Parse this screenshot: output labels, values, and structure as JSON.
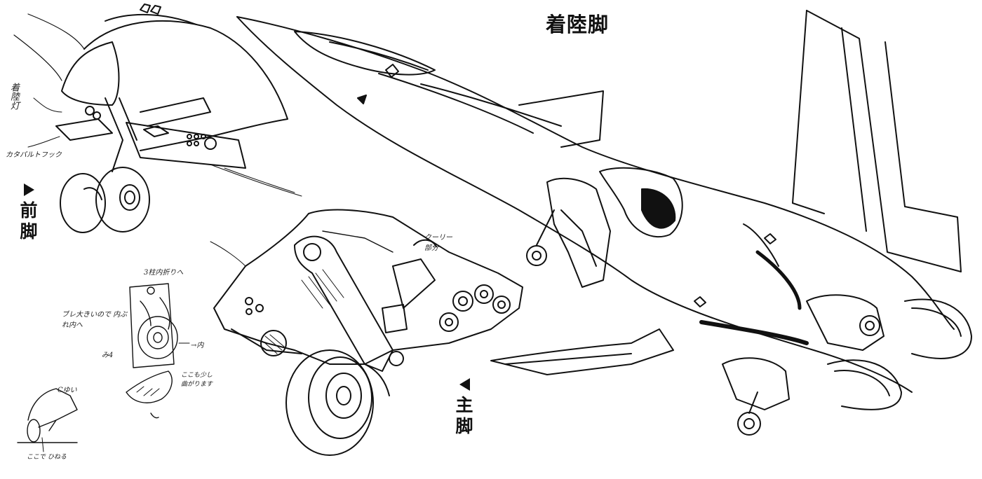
{
  "title": "着陸脚",
  "labels": {
    "front_gear": [
      "前",
      "脚"
    ],
    "main_gear": [
      "主",
      "脚"
    ]
  },
  "annotations": {
    "landing_light": "着陸灯",
    "catapult_hook": "カタパルトフック",
    "cooler": "クーリー部分",
    "note_top": "3柱内折りへ",
    "note_left": "ブレ大きいので 内ぶれ内へ",
    "note_mark": "み4",
    "note_right": "→内",
    "note_fold": "ここも少し 曲がります",
    "note_bottom": "ここで ひねる",
    "note_bottom2": "Cゆい"
  },
  "colors": {
    "ink": "#111111",
    "paper": "#ffffff"
  }
}
